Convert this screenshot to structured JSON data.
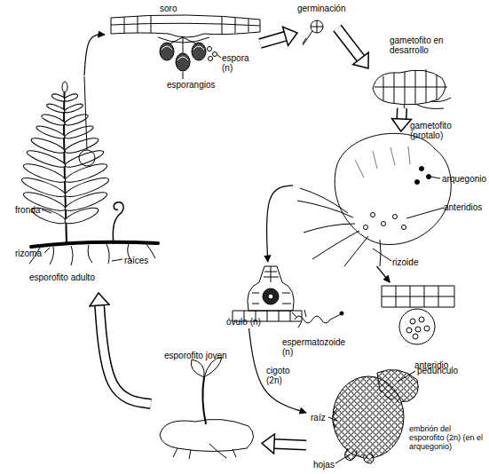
{
  "diagram": {
    "nodes": [
      {
        "text": [
          "soro",
          "esporangios",
          "espora (n)"
        ]
      },
      {
        "text": [
          "germinación"
        ]
      },
      {
        "text": [
          "gametofito en desarrollo"
        ]
      },
      {
        "text": [
          "gametofito (protalo)",
          "arquegonio",
          "anteridios",
          "rizoide"
        ]
      },
      {
        "text": [
          "óvulo (n)"
        ]
      },
      {
        "text": [
          "anteridio"
        ]
      },
      {
        "text": [
          "pedúnculo",
          "raíz",
          "hojas",
          "embrión del esporofito (2n) (en el arquegonio)"
        ]
      },
      {
        "text": [
          "esporofito joven"
        ]
      },
      {
        "text": [
          "esporofito adulto",
          "fronda",
          "rizoma",
          "raíces"
        ]
      }
    ],
    "edges": [
      {
        "from": 8,
        "to": 0,
        "arrow": "to"
      },
      {
        "from": 0,
        "to": 1,
        "arrow": "to"
      },
      {
        "from": 1,
        "to": 2,
        "arrow": "to"
      },
      {
        "from": 2,
        "to": 3,
        "arrow": "to"
      },
      {
        "from": 3,
        "to": 4,
        "arrow": "to"
      },
      {
        "from": 3,
        "to": 5,
        "arrow": "to"
      },
      {
        "from": 4,
        "to": 6,
        "label": "cigoto (2n)",
        "arrow": "to"
      },
      {
        "from": 6,
        "to": 7,
        "arrow": "to"
      },
      {
        "from": 7,
        "to": 8,
        "arrow": "to"
      }
    ],
    "labels": [
      "espermatozoide (n)"
    ]
  }
}
